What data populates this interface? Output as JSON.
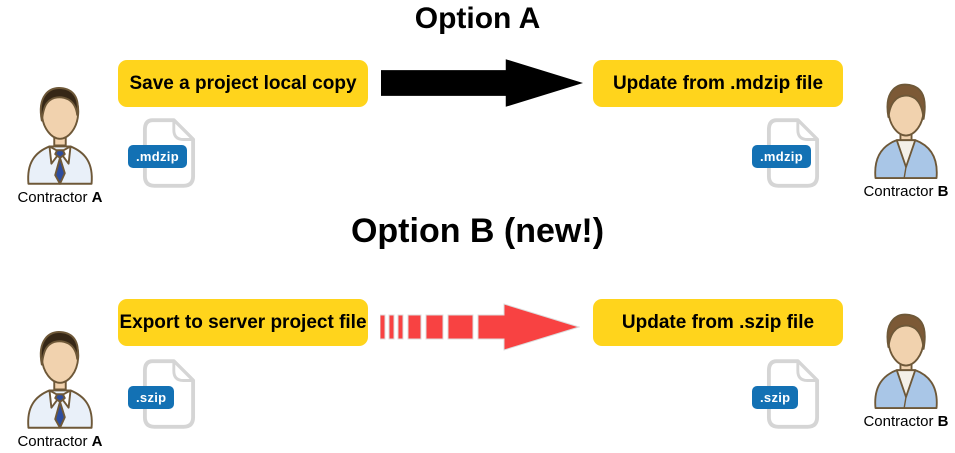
{
  "colors": {
    "yellow": "#FFD41C",
    "black": "#000000",
    "red": "#F84242",
    "shadow": "#DCDCDC",
    "badge-blue": "#1371B4",
    "doc-gray": "#D5D5D5",
    "skin": "#F1D2AE",
    "outline": "#6E5838",
    "hair-a": "#362716",
    "shirt-a": "#E9F0F9",
    "tie": "#2E4D9E",
    "hair-b": "#7C5936",
    "jacket-b": "#A9C6E7",
    "shirt-b": "#F4F0E8"
  },
  "sections": [
    {
      "title": "Option A",
      "left_box_label": "Save a project local copy",
      "right_box_label": "Update from .mdzip file",
      "file_type": ".mdzip",
      "arrow_style": "solid-black",
      "left_actor": {
        "name": "Contractor ",
        "letter": "A"
      },
      "right_actor": {
        "name": "Contractor ",
        "letter": "B"
      }
    },
    {
      "title": "Option B (new!)",
      "left_box_label": "Export to server project file",
      "right_box_label": "Update from .szip file",
      "file_type": ".szip",
      "arrow_style": "dashed-red",
      "left_actor": {
        "name": "Contractor ",
        "letter": "A"
      },
      "right_actor": {
        "name": "Contractor ",
        "letter": "B"
      }
    }
  ]
}
